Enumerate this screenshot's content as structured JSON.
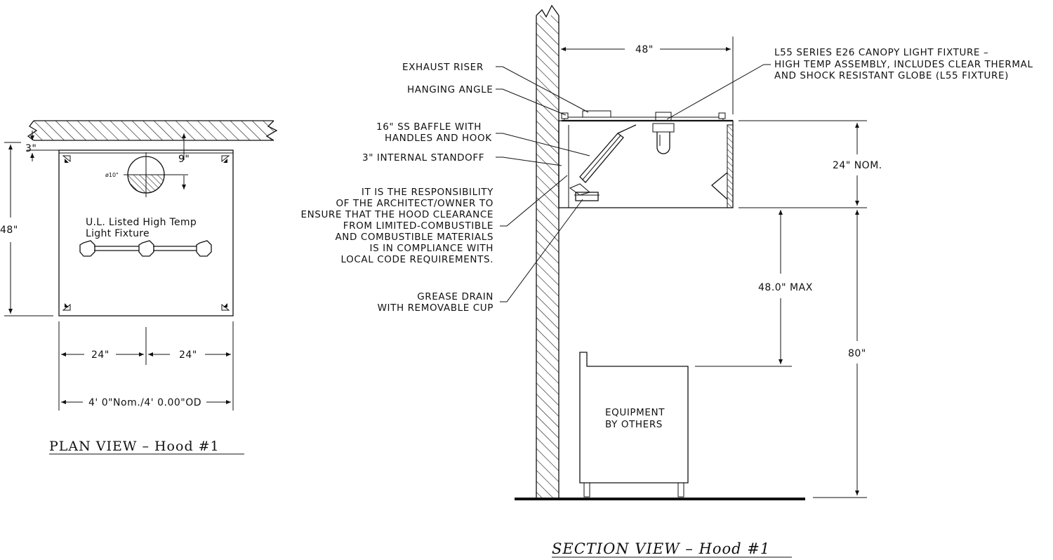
{
  "plan_view": {
    "title": "PLAN VIEW  –  Hood #1",
    "dims": {
      "left_offset": "3\"",
      "collar_offset": "9\"",
      "depth": "48\"",
      "collar_diameter": "ø10\"",
      "half_left": "24\"",
      "half_right": "24\"",
      "overall": "4' 0\"Nom./4' 0.00\"OD"
    },
    "light_label_line1": "U.L. Listed High Temp",
    "light_label_line2": "Light Fixture"
  },
  "section_view": {
    "title": "SECTION VIEW  –  Hood #1",
    "dims": {
      "depth": "48\"",
      "height": "24\" NOM.",
      "clearance": "48.0\" MAX",
      "floor_to_hood": "80\""
    },
    "callouts": {
      "exhaust_riser": "EXHAUST RISER",
      "hanging_angle": "HANGING ANGLE",
      "baffle_line1": "16\" SS BAFFLE WITH",
      "baffle_line2": "HANDLES AND HOOK",
      "standoff": "3\" INTERNAL STANDOFF",
      "note": [
        "IT IS THE RESPONSIBILITY",
        "OF THE ARCHITECT/OWNER TO",
        "ENSURE THAT THE HOOD CLEARANCE",
        "FROM LIMITED-COMBUSTIBLE",
        "AND COMBUSTIBLE MATERIALS",
        "IS IN COMPLIANCE WITH",
        "LOCAL CODE REQUIREMENTS."
      ],
      "grease_line1": "GREASE DRAIN",
      "grease_line2": "WITH REMOVABLE CUP",
      "light_fixture": [
        "L55 SERIES E26 CANOPY LIGHT FIXTURE –",
        "HIGH TEMP ASSEMBLY, INCLUDES CLEAR THERMAL",
        "AND SHOCK RESISTANT GLOBE (L55 FIXTURE)"
      ]
    },
    "equipment_line1": "EQUIPMENT",
    "equipment_line2": "BY OTHERS"
  }
}
